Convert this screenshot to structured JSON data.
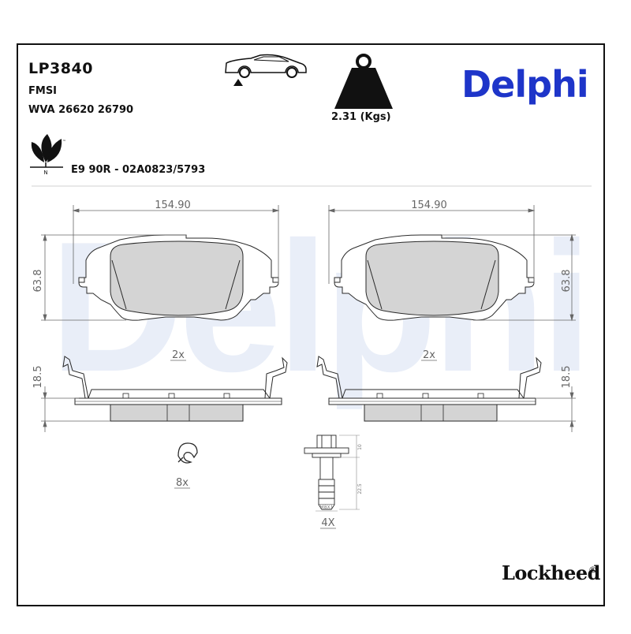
{
  "header": {
    "part_number": "LP3840",
    "fmsi_label": "FMSI",
    "wva_label": "WVA 26620 26790",
    "approval_code": "E9 90R - 02A0823/5793",
    "weight_label": "2.31 (Kgs)"
  },
  "branding": {
    "main_logo": "Delphi",
    "watermark": "Delphi",
    "sub_logo": "Lockheed",
    "registered_mark": "®",
    "brand_color": "#1e35c9",
    "eco_leaf_letter": "N",
    "eco_tm": "™"
  },
  "icons": [
    "car-lift-icon",
    "weight-icon",
    "eco-leaf-icon"
  ],
  "dimensions": {
    "pad_width": "154.90",
    "pad_height": "63.8",
    "pad_thickness": "18.5",
    "bolt_head": "10",
    "bolt_length": "22.5",
    "bolt_thread": "M8X1"
  },
  "quantities": {
    "pads_left": "2x",
    "pads_right": "2x",
    "clips": "8x",
    "bolts": "4X"
  },
  "colors": {
    "friction": "#d4d4d4",
    "line": "#2a2a2a",
    "dim_line": "#666666",
    "watermark": "#e9eef8"
  }
}
